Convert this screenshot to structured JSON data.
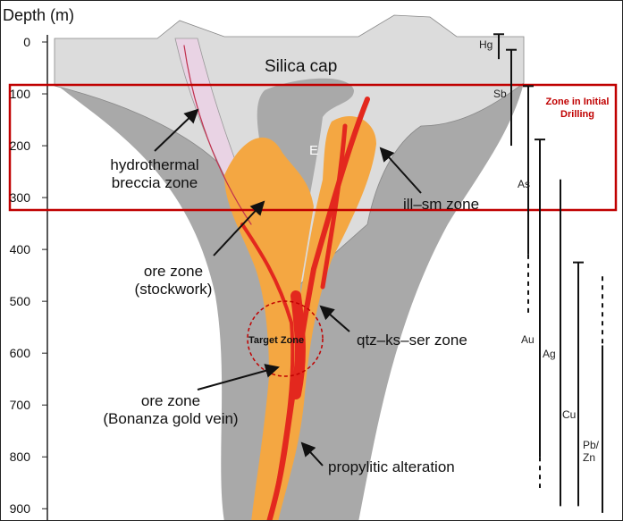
{
  "axis": {
    "title": "Depth (m)",
    "ticks": [
      "0",
      "100",
      "200",
      "300",
      "400",
      "500",
      "600",
      "700",
      "800",
      "900"
    ]
  },
  "labels": {
    "silica_cap": "Silica cap",
    "e_marker": "E",
    "breccia_line1": "hydrothermal",
    "breccia_line2": "breccia zone",
    "ill_sm": "ill–sm zone",
    "ore_stockwork_line1": "ore zone",
    "ore_stockwork_line2": "(stockwork)",
    "qtz_ks_ser": "qtz–ks–ser zone",
    "ore_bonanza_line1": "ore zone",
    "ore_bonanza_line2": "(Bonanza gold vein)",
    "propylitic": "propylitic alteration"
  },
  "annotations": {
    "initial_zone_line1": "Zone in Initial",
    "initial_zone_line2": "Drilling",
    "target_zone": "Target Zone",
    "highlight_color": "#c00000"
  },
  "element_ranges": [
    {
      "name": "Hg",
      "solid": [
        -15,
        33
      ],
      "dashed": null
    },
    {
      "name": "Sb",
      "solid": [
        15,
        200
      ],
      "dashed": null
    },
    {
      "name": "As",
      "solid": [
        85,
        410
      ],
      "dashed": [
        410,
        530
      ]
    },
    {
      "name": "Au",
      "solid": [
        188,
        800
      ],
      "dashed": [
        800,
        860
      ]
    },
    {
      "name": "Ag",
      "solid": [
        265,
        895
      ],
      "dashed": null
    },
    {
      "name": "Cu",
      "solid": [
        425,
        895
      ],
      "dashed": null
    },
    {
      "name": "Pb/",
      "name2": "Zn",
      "solid": [
        585,
        908
      ],
      "dashed": [
        452,
        585
      ]
    }
  ],
  "colors": {
    "cap": "#dcdcdc",
    "host": "#a9a9a9",
    "orange": "#f4a742",
    "vein": "#e3281e",
    "breccia": "#e9d3e4"
  }
}
